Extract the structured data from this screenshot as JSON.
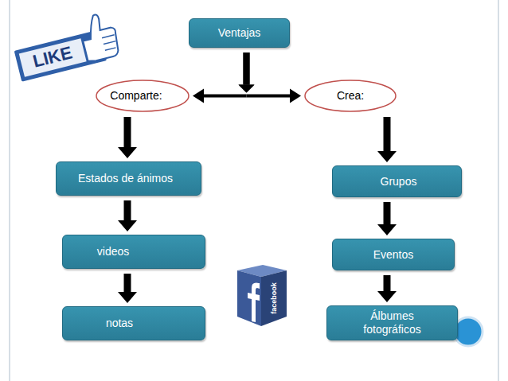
{
  "diagram": {
    "nodes": [
      {
        "text": [
          "Ventajas"
        ]
      },
      {
        "text": [
          "Comparte:"
        ]
      },
      {
        "text": [
          "Crea:"
        ]
      },
      {
        "text": [
          "Estados de ánimos"
        ]
      },
      {
        "text": [
          "Grupos"
        ]
      },
      {
        "text": [
          "videos"
        ]
      },
      {
        "text": [
          "Eventos"
        ]
      },
      {
        "text": [
          "notas"
        ]
      },
      {
        "text": [
          "Álbumes fotográficos"
        ]
      }
    ],
    "edges": [
      {
        "from": 0,
        "to": 1,
        "arrow": "to"
      },
      {
        "from": 0,
        "to": 2,
        "arrow": "to"
      },
      {
        "from": 1,
        "to": 3,
        "arrow": "to"
      },
      {
        "from": 3,
        "to": 5,
        "arrow": "to"
      },
      {
        "from": 5,
        "to": 7,
        "arrow": "to"
      },
      {
        "from": 2,
        "to": 4,
        "arrow": "to"
      },
      {
        "from": 4,
        "to": 6,
        "arrow": "to"
      },
      {
        "from": 6,
        "to": 8,
        "arrow": "to"
      }
    ],
    "labels": [
      "LIKE",
      "facebook"
    ]
  }
}
